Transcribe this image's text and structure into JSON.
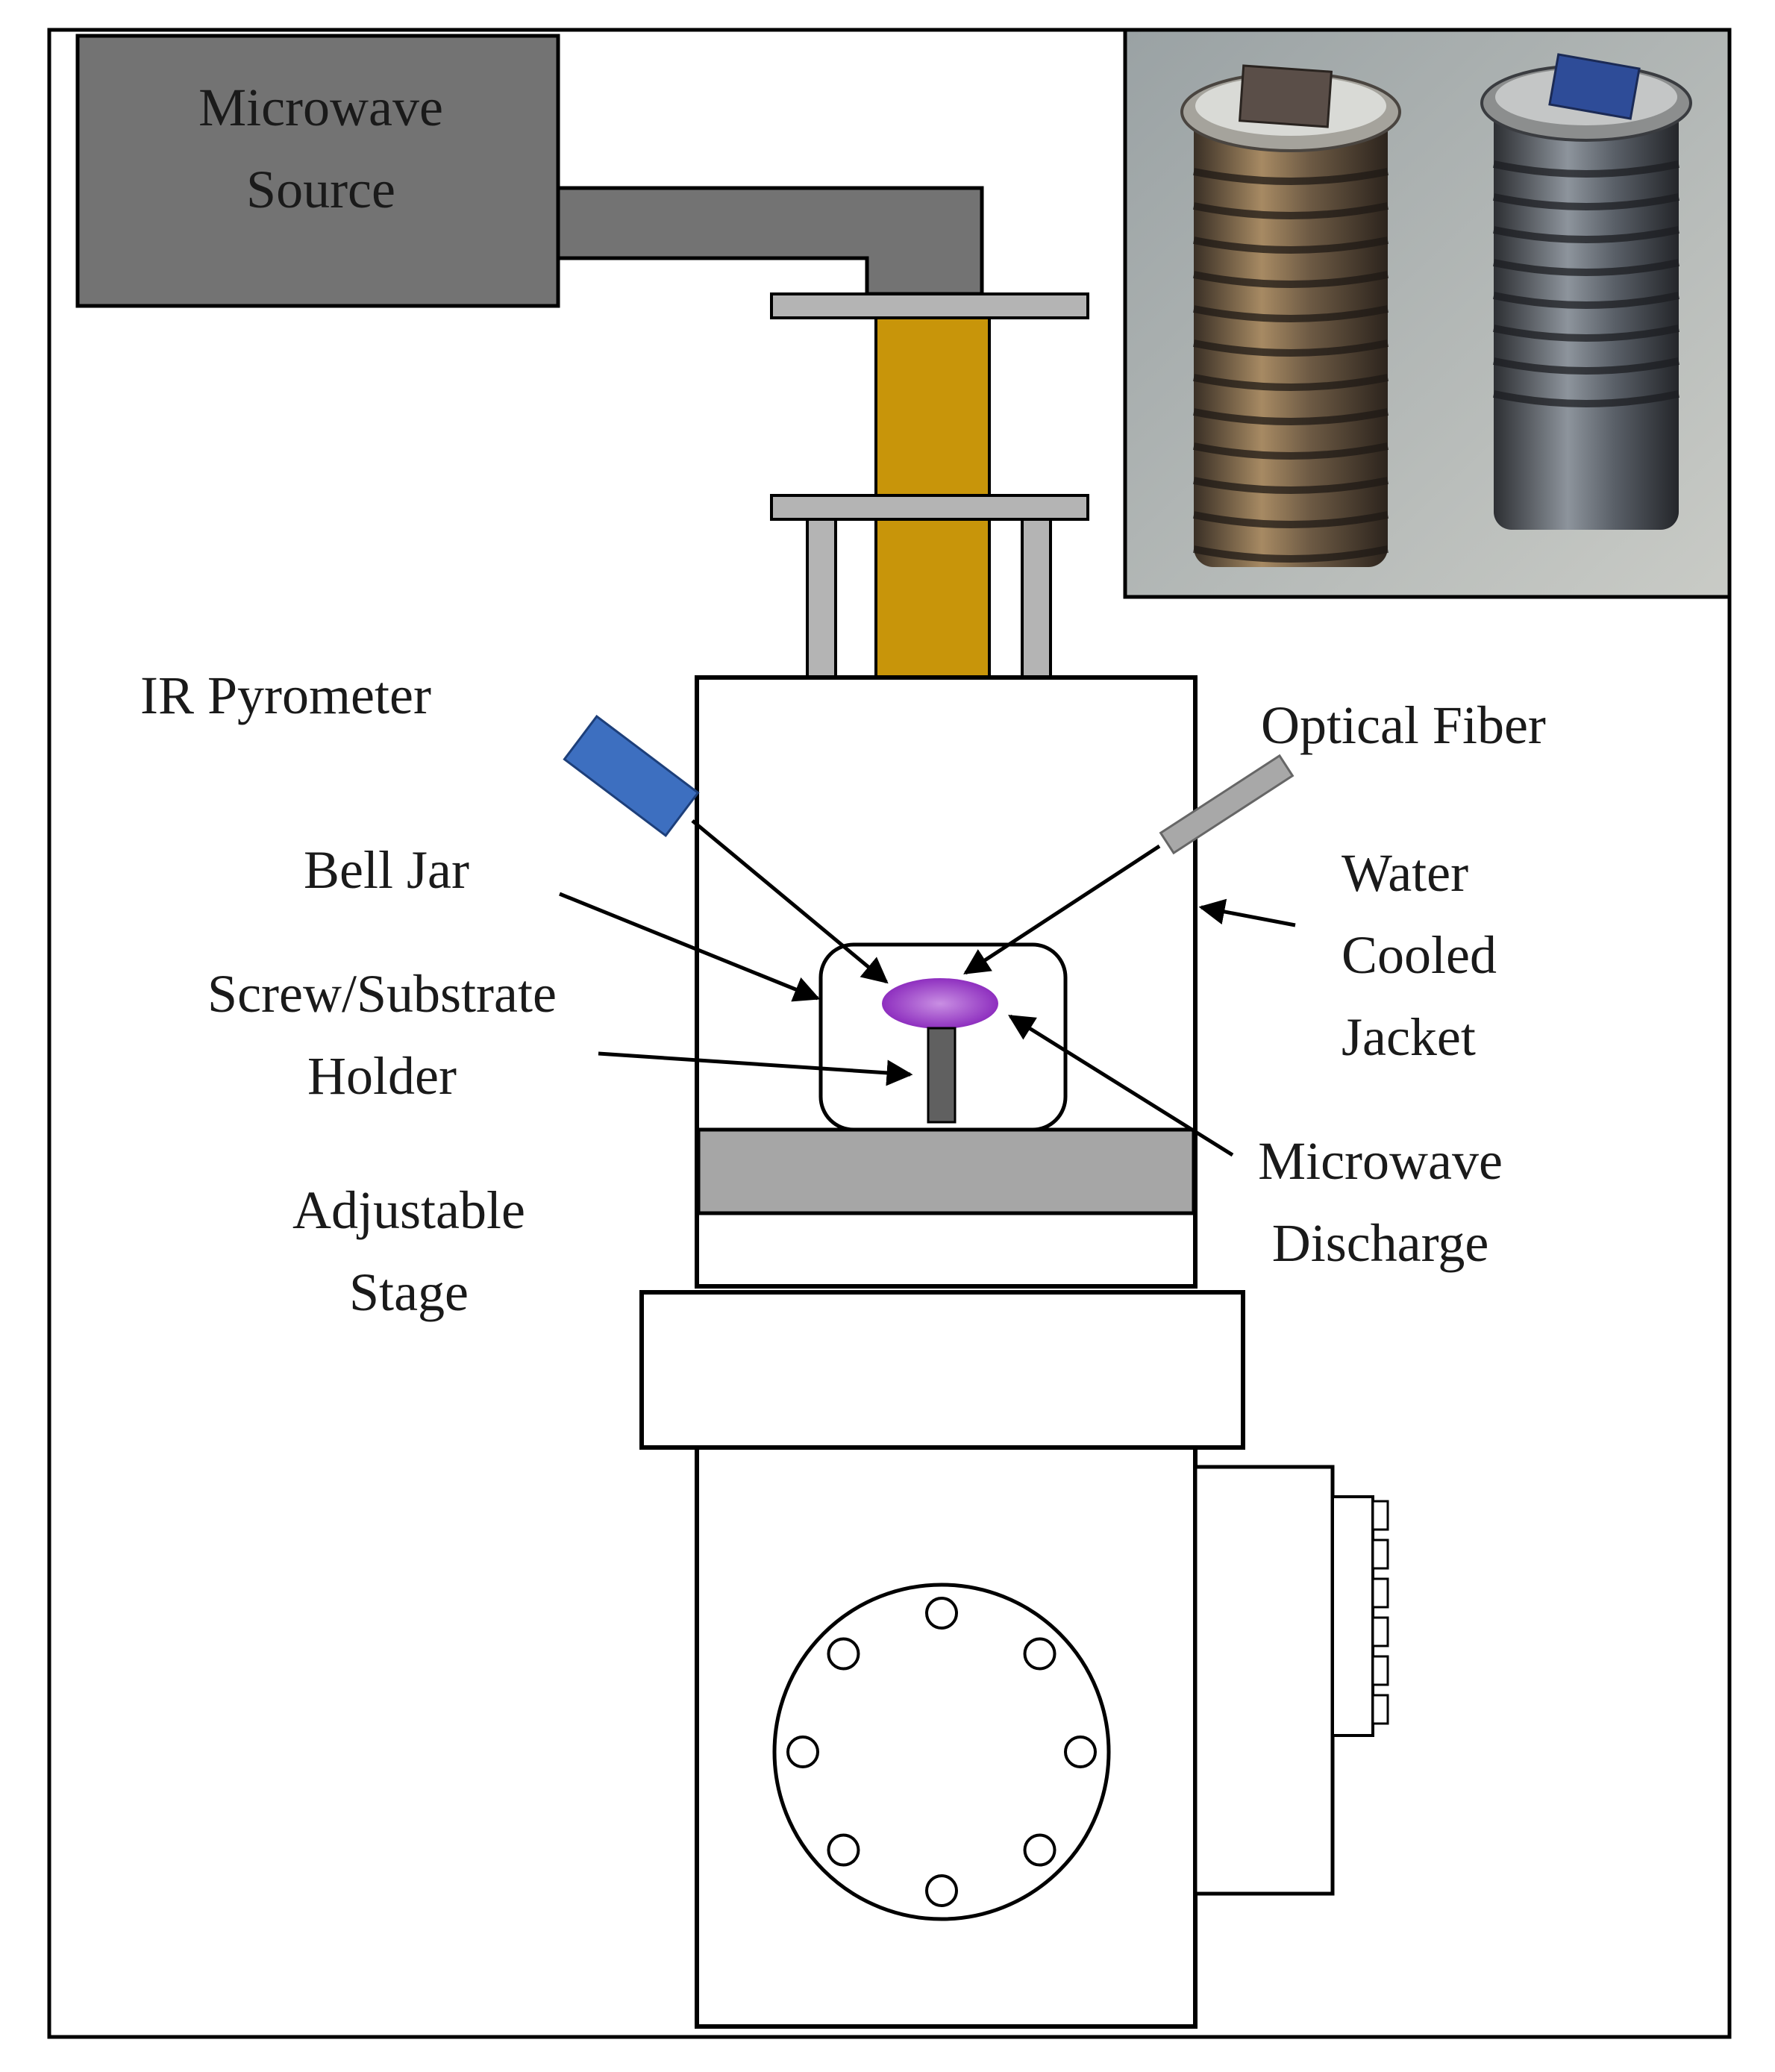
{
  "labels": {
    "microwave_source_line1": "Microwave",
    "microwave_source_line2": "Source",
    "ir_pyrometer": "IR Pyrometer",
    "optical_fiber": "Optical Fiber",
    "bell_jar": "Bell Jar",
    "screw_holder_line1": "Screw/Substrate",
    "screw_holder_line2": "Holder",
    "water_jacket_line1": "Water",
    "water_jacket_line2": "Cooled",
    "water_jacket_line3": "Jacket",
    "microwave_discharge_line1": "Microwave",
    "microwave_discharge_line2": "Discharge",
    "adjustable_stage_line1": "Adjustable",
    "adjustable_stage_line2": "Stage"
  },
  "colors": {
    "microwave_source": "#737373",
    "waveguide": "#737373",
    "tuner": "#c8950a",
    "flange": "#b4b4b4",
    "ir_pyrometer": "#3d6fc0",
    "optical_fiber": "#a8a8a8",
    "plasma": "#9b3fc4",
    "stage": "#a6a6a6",
    "holder": "#606060"
  },
  "photo_inset": {
    "description_icon": "photo-screws-with-substrates"
  }
}
